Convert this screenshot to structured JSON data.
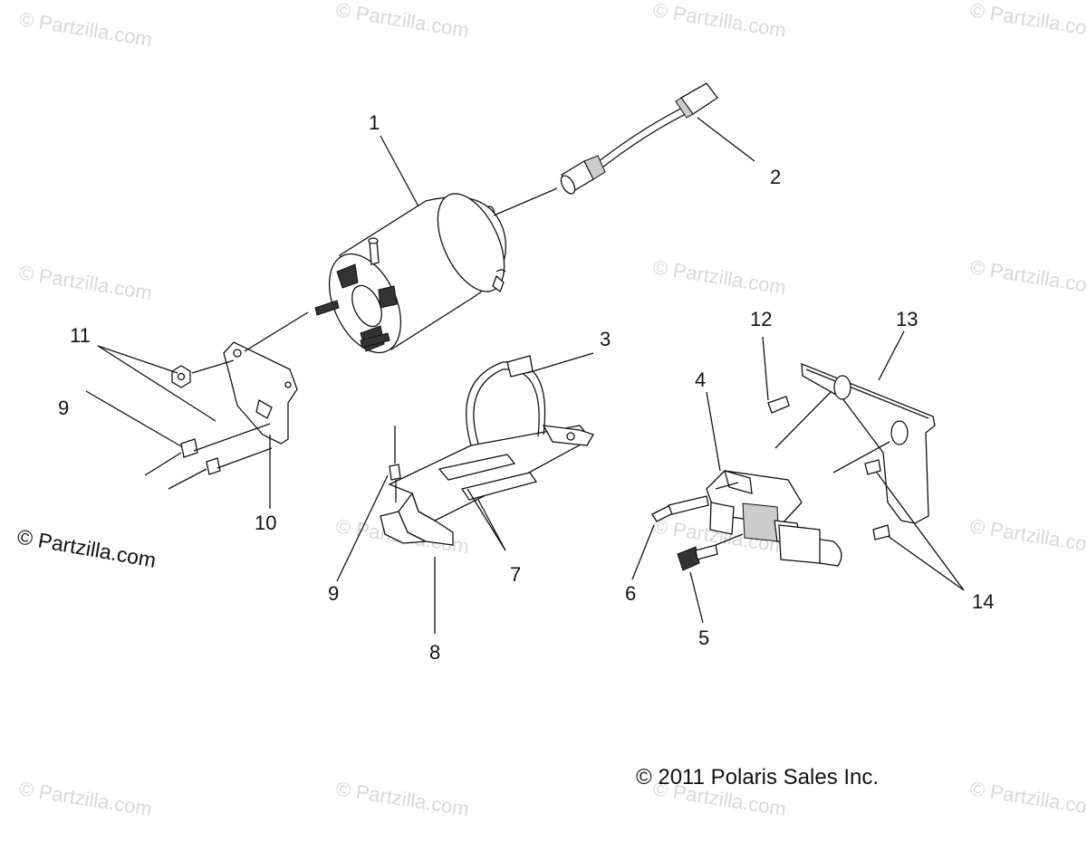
{
  "watermark": "© Partzilla.com",
  "corner_watermark": "© Partzilla.com",
  "copyright": "© 2011 Polaris Sales Inc.",
  "callouts": {
    "c1": "1",
    "c2": "2",
    "c3": "3",
    "c4": "4",
    "c5": "5",
    "c6": "6",
    "c7": "7",
    "c8": "8",
    "c9a": "9",
    "c9b": "9",
    "c10": "10",
    "c11": "11",
    "c12": "12",
    "c13": "13",
    "c14": "14"
  }
}
